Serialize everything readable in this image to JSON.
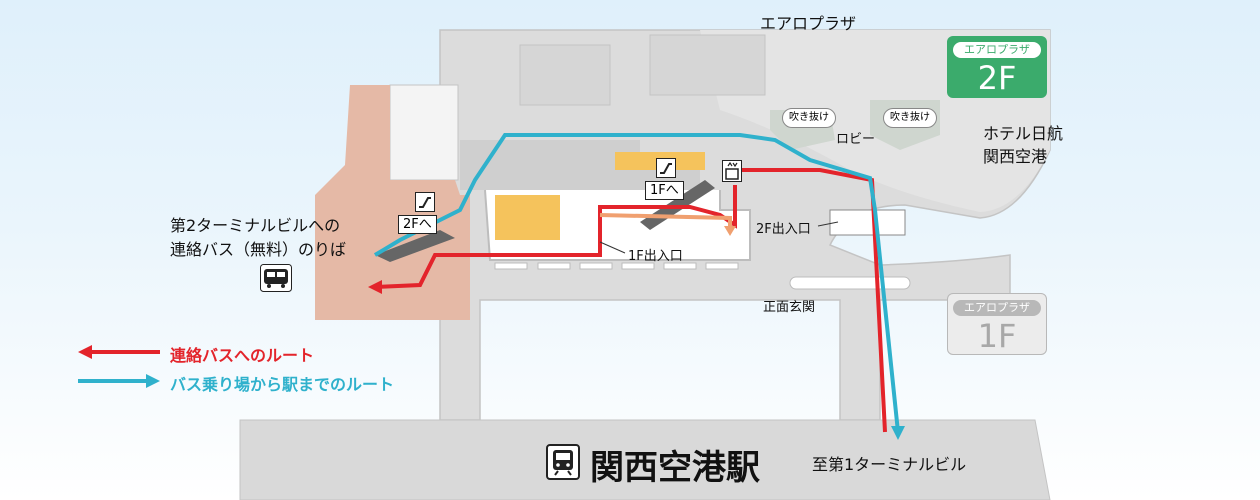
{
  "map_title": "エアロプラザ",
  "hotel": {
    "line1": "ホテル日航",
    "line2": "関西空港"
  },
  "floors": {
    "upper": {
      "name": "エアロプラザ",
      "floor": "2F",
      "color": "#3bab6c"
    },
    "lower": {
      "name": "エアロプラザ",
      "floor": "1F",
      "color": "#b8b8b8"
    }
  },
  "areas": {
    "void_left": "吹き抜け",
    "void_right": "吹き抜け",
    "lobby": "ロビー",
    "entrance_2f": "2F出入口",
    "entrance_1f": "1F出入口",
    "main_entrance": "正面玄関"
  },
  "escalators": {
    "to_2f": "2Fへ",
    "to_1f": "1Fへ"
  },
  "bus_stop": {
    "line1": "第2ターミナルビルへの",
    "line2": "連絡バス（無料）のりば"
  },
  "legend": [
    {
      "label": "連絡バスへのルート",
      "color": "#e3242b"
    },
    {
      "label": "バス乗り場から駅までのルート",
      "color": "#2fb1cc"
    }
  ],
  "station": {
    "name": "関西空港駅",
    "direction": "至第1ターミナルビル"
  },
  "icons": [
    "escalator-icon",
    "elevator-icon",
    "bus-icon",
    "train-icon"
  ]
}
